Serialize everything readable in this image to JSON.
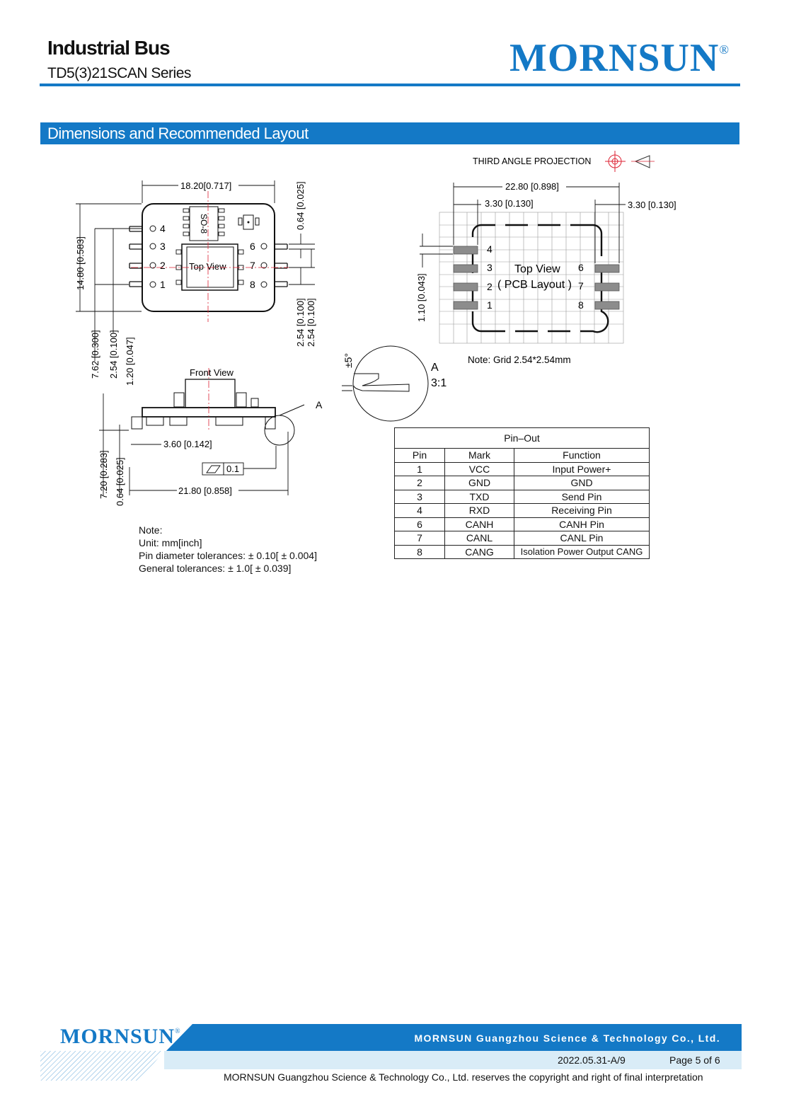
{
  "header": {
    "title": "Industrial Bus",
    "series": "TD5(3)21SCAN Series",
    "logo": "MORNSUN",
    "logo_mark": "®"
  },
  "section": {
    "title": "Dimensions and Recommended Layout"
  },
  "drawing": {
    "projection": "THIRD ANGLE PROJECTION",
    "top_view": {
      "width": "18.20[0.717]",
      "height": "14.80 [0.583]",
      "lead_thickness": "0.64 [0.025]",
      "pitch_a": "2.54 [0.100]",
      "pitch_b": "2.54 [0.100]",
      "label": "Top View",
      "chip": "SO-8",
      "pins_left": [
        "4",
        "3",
        "2",
        "1"
      ],
      "pins_right": [
        "6",
        "7",
        "8"
      ]
    },
    "front_view": {
      "label": "Front View",
      "dim_762": "7.62 [0.300]",
      "dim_254": "2.54 [0.100]",
      "dim_120": "1.20 [0.047]",
      "dim_720": "7.20 [0.283]",
      "dim_064": "0.64 [0.025]",
      "dim_360": "3.60 [0.142]",
      "dim_2180": "21.80 [0.858]",
      "flatness": "0.1",
      "detail_mark": "A"
    },
    "detail": {
      "angle": "±5°",
      "label": "A",
      "scale": "3:1"
    },
    "pcb": {
      "width": "22.80 [0.898]",
      "pad_left": "3.30 [0.130]",
      "pad_right": "3.30 [0.130]",
      "pad_height": "1.10 [0.043]",
      "label_a": "Top View",
      "label_b": "( PCB Layout )",
      "pins_left": [
        "4",
        "3",
        "2",
        "1"
      ],
      "pins_right": [
        "6",
        "7",
        "8"
      ],
      "grid_note": "Note: Grid 2.54*2.54mm"
    }
  },
  "pinout": {
    "title": "Pin–Out",
    "headers": [
      "Pin",
      "Mark",
      "Function"
    ],
    "rows": [
      [
        "1",
        "VCC",
        "Input Power+"
      ],
      [
        "2",
        "GND",
        "GND"
      ],
      [
        "3",
        "TXD",
        "Send Pin"
      ],
      [
        "4",
        "RXD",
        "Receiving Pin"
      ],
      [
        "6",
        "CANH",
        "CANH Pin"
      ],
      [
        "7",
        "CANL",
        "CANL Pin"
      ],
      [
        "8",
        "CANG",
        "Isolation Power Output CANG"
      ]
    ]
  },
  "notes": {
    "title": "Note:",
    "lines": [
      "Unit: mm[inch]",
      "Pin diameter tolerances:  ± 0.10[ ± 0.004]",
      "General tolerances: ± 1.0[ ± 0.039]"
    ]
  },
  "footer": {
    "logo": "MORNSUN",
    "logo_mark": "®",
    "company": "MORNSUN Guangzhou Science & Technology Co., Ltd.",
    "date": "2022.05.31-A/9",
    "page": "Page 5 of 6",
    "copyright": "MORNSUN Guangzhou Science & Technology Co., Ltd. reserves the copyright and right of final interpretation"
  },
  "colors": {
    "brand": "#1479c6",
    "footer_light": "#d9ecf7"
  }
}
